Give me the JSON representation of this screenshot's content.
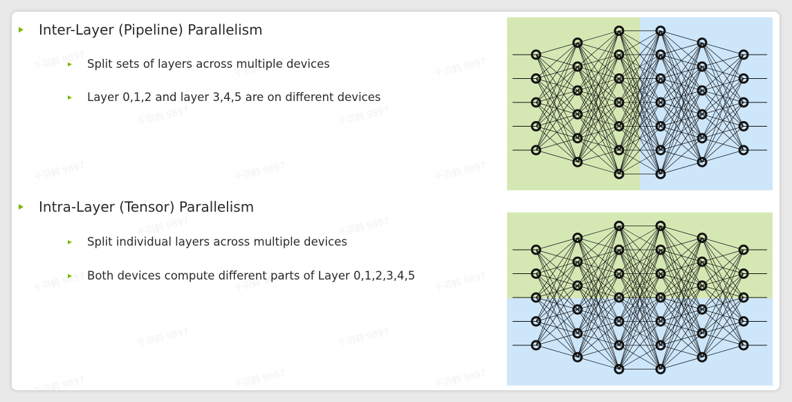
{
  "sections": [
    {
      "heading": "Inter-Layer (Pipeline) Parallelism",
      "bullets": [
        "Split sets of layers across multiple devices",
        "Layer 0,1,2 and layer 3,4,5 are on different devices"
      ]
    },
    {
      "heading": "Intra-Layer (Tensor) Parallelism",
      "bullets": [
        "Split individual layers across multiple devices",
        "Both devices compute different parts of Layer 0,1,2,3,4,5"
      ]
    }
  ],
  "diagrams": [
    {
      "split": "vertical",
      "device_colors": [
        "#d5e8b4",
        "#cde6fa"
      ],
      "layer_node_counts": [
        5,
        6,
        7,
        7,
        6,
        5
      ]
    },
    {
      "split": "horizontal",
      "device_colors": [
        "#d5e8b4",
        "#cde6fa"
      ],
      "layer_node_counts": [
        5,
        6,
        7,
        7,
        6,
        5
      ]
    }
  ],
  "watermark": "千羽鹤 9897",
  "colors": {
    "bullet": "#76b900",
    "node_stroke": "#111111"
  }
}
